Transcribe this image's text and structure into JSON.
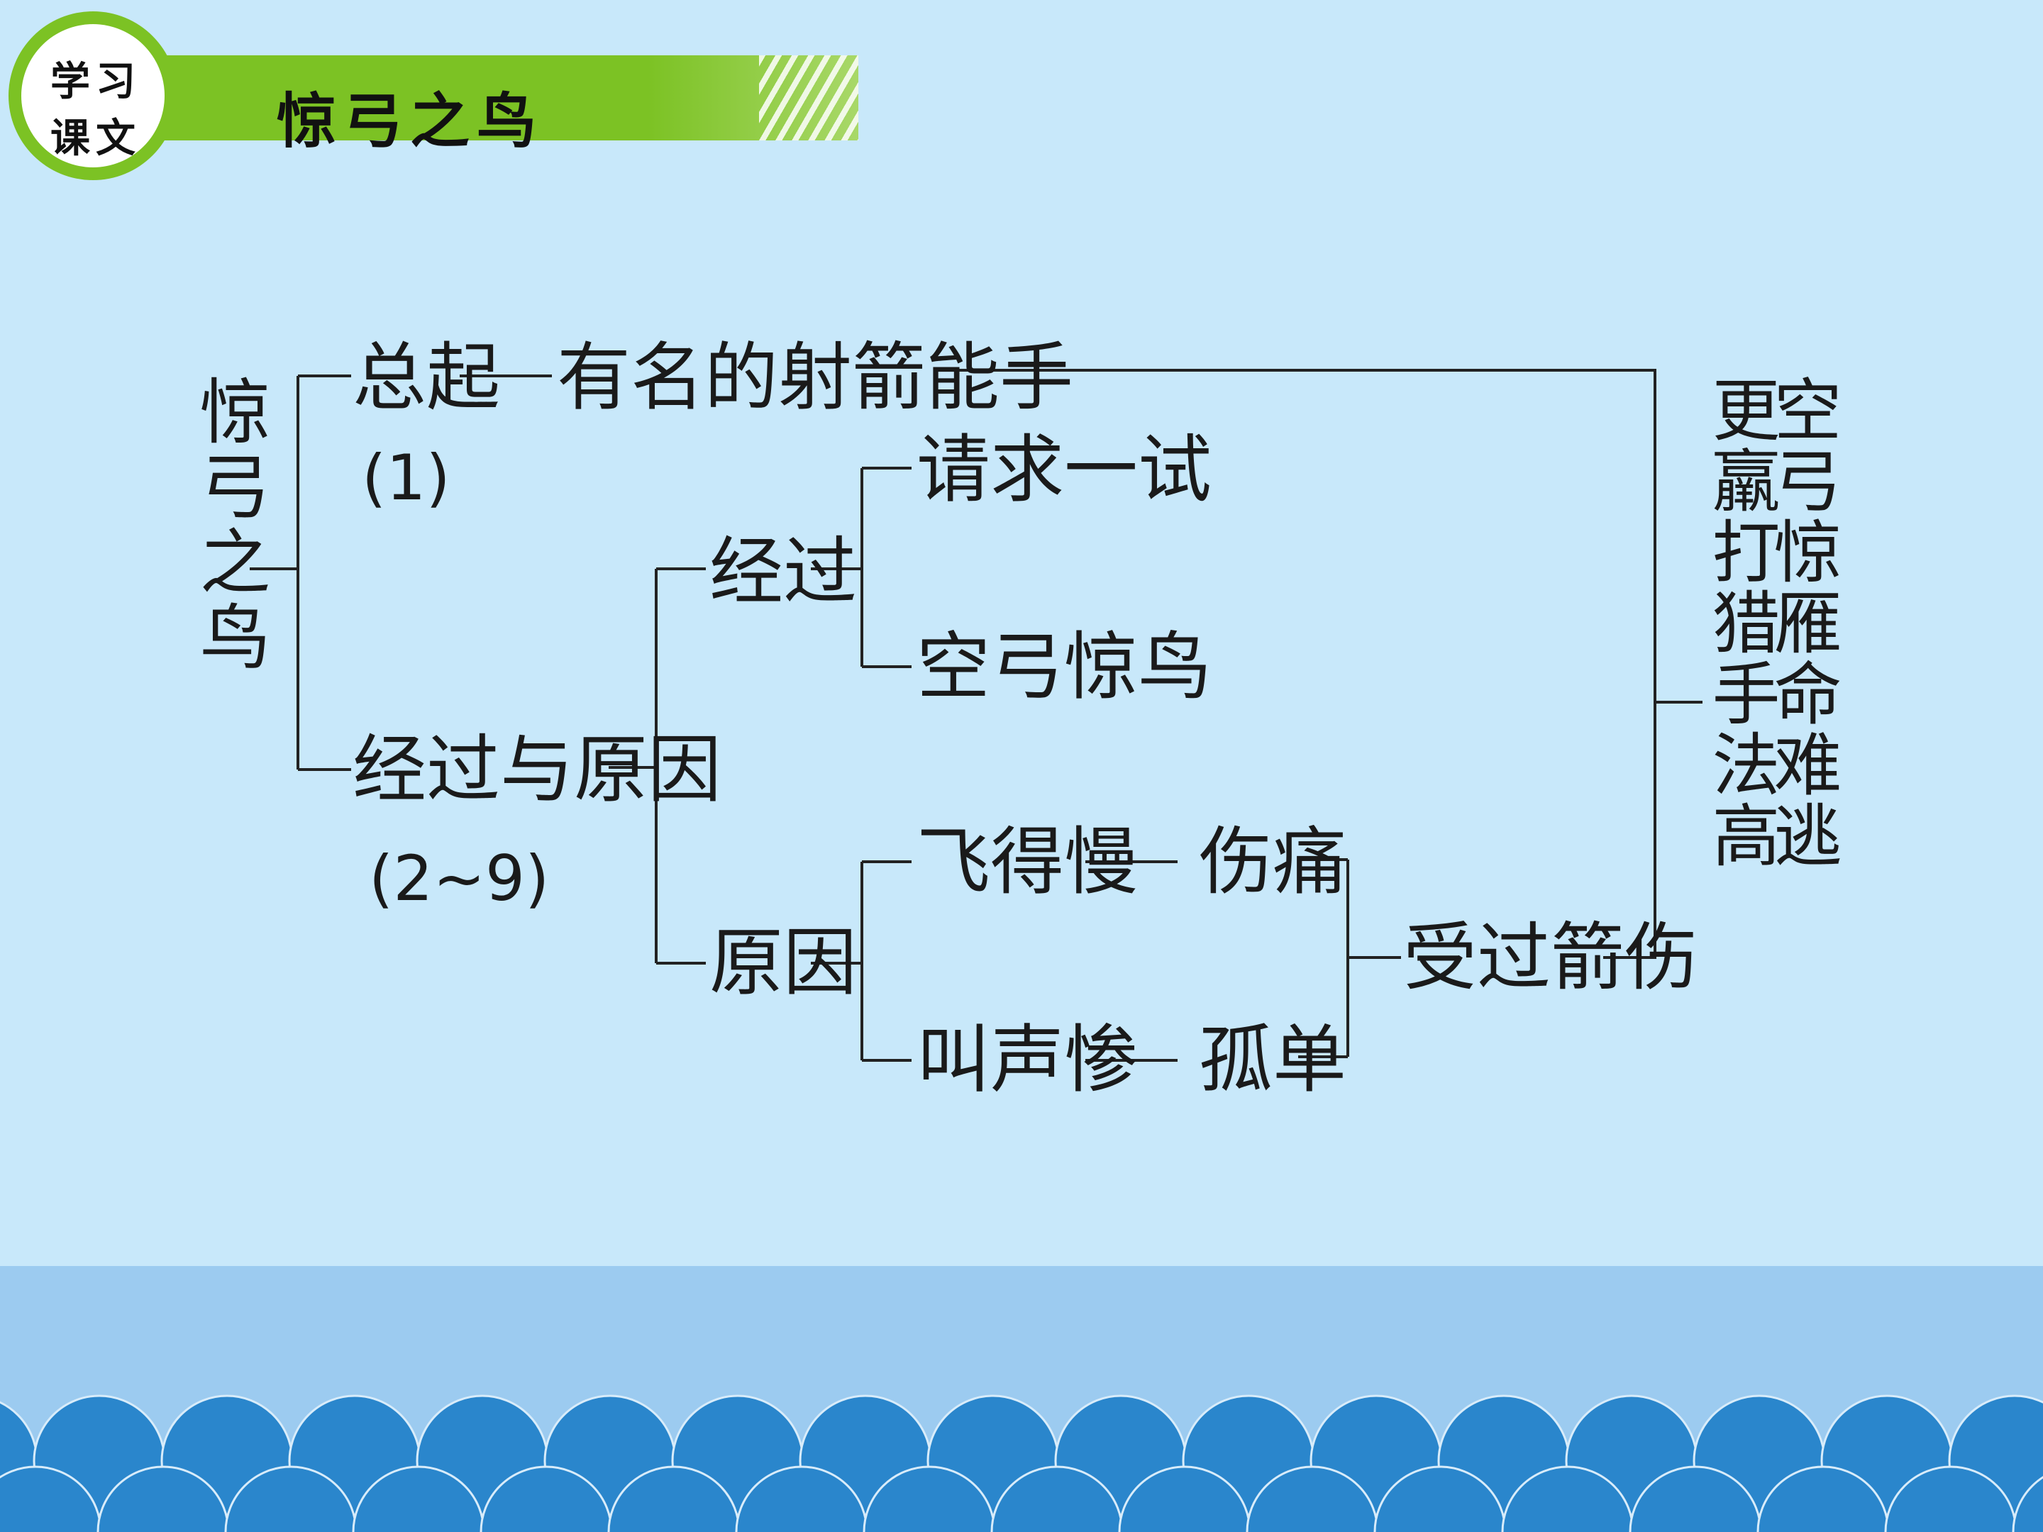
{
  "header": {
    "badge_line1": "学习",
    "badge_line2": "课文",
    "title": "惊弓之鸟"
  },
  "diagram": {
    "root": "惊弓之鸟",
    "intro": "总起",
    "intro_para": "(1)",
    "intro_detail": "有名的射箭能手",
    "body": "经过与原因",
    "body_para": "(2~9)",
    "process": "经过",
    "process_step1": "请求一试",
    "process_step2": "空弓惊鸟",
    "reason": "原因",
    "reason_a": "飞得慢",
    "reason_a_cause": "伤痛",
    "reason_b": "叫声惨",
    "reason_b_cause": "孤单",
    "injury": "受过箭伤",
    "conclusion_col1": "空弓惊雁命难逃",
    "conclusion_col2": "更羸打猎手法高"
  },
  "colors": {
    "background": "#c8e8fa",
    "header_green": "#7cc224",
    "wave_blue": "#2a86cc",
    "band_blue": "#9ccbf0"
  }
}
